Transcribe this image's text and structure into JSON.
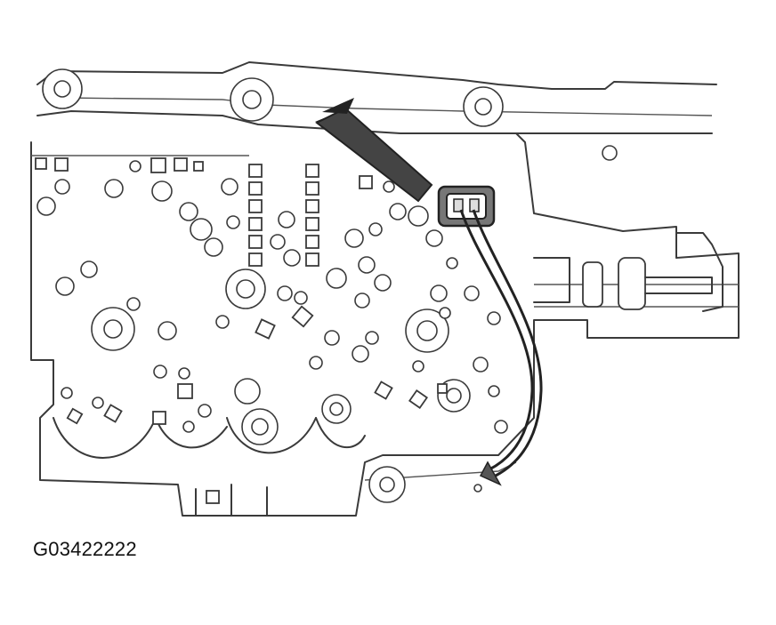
{
  "figure": {
    "code": "G03422222",
    "icons": [
      "valve-body-drawing",
      "pointer-arrow-icon",
      "electrical-connector",
      "wire-harness"
    ]
  }
}
